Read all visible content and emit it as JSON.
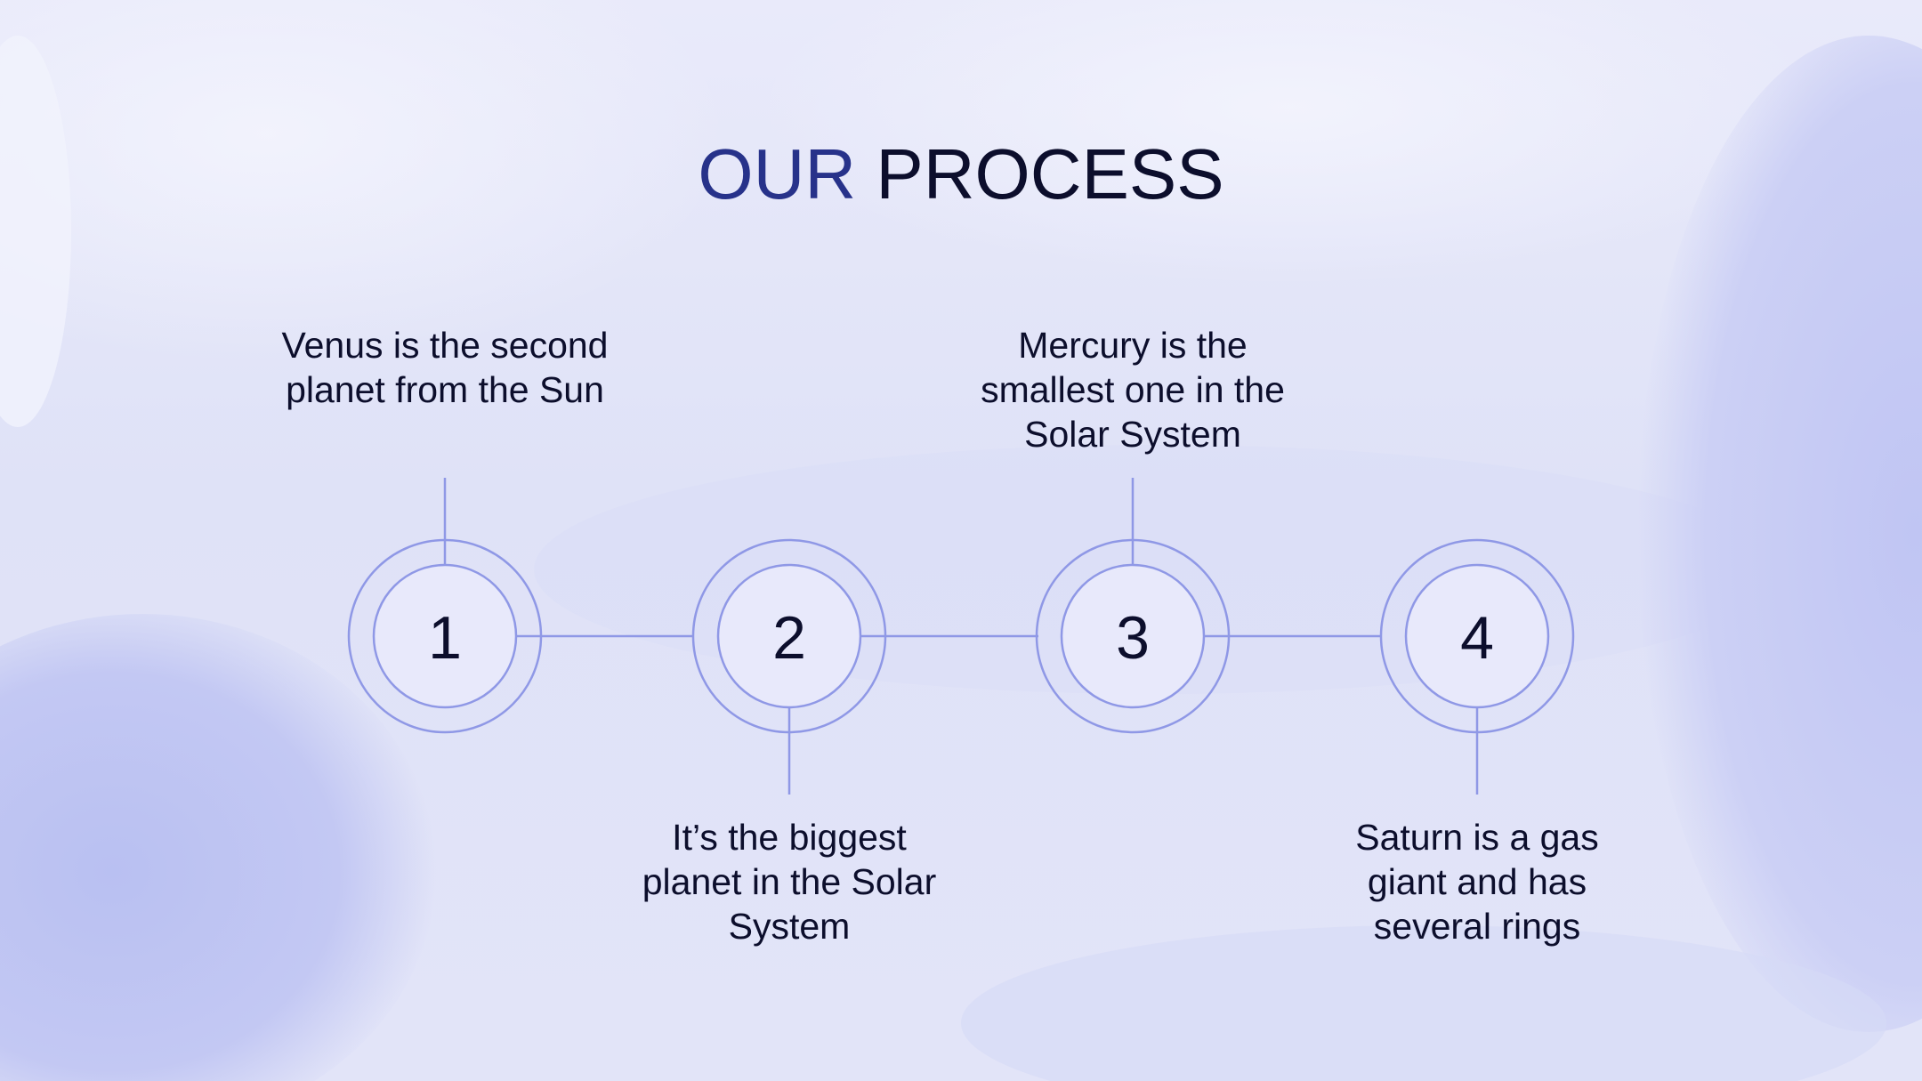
{
  "title": {
    "accent": "OUR",
    "main": "PROCESS"
  },
  "steps": [
    {
      "number": "1",
      "text": "Venus is the second planet from the Sun",
      "position": "above"
    },
    {
      "number": "2",
      "text": "It’s the biggest planet in the Solar System",
      "position": "below"
    },
    {
      "number": "3",
      "text": "Mercury is the smallest one in the Solar System",
      "position": "above"
    },
    {
      "number": "4",
      "text": "Saturn is a gas giant and has several rings",
      "position": "below"
    }
  ],
  "colors": {
    "title_accent": "#27328a",
    "title_main": "#0c0e2c",
    "line": "#8f98e6",
    "circle_fill": "#e8e9fb",
    "text": "#0c0e2c"
  }
}
